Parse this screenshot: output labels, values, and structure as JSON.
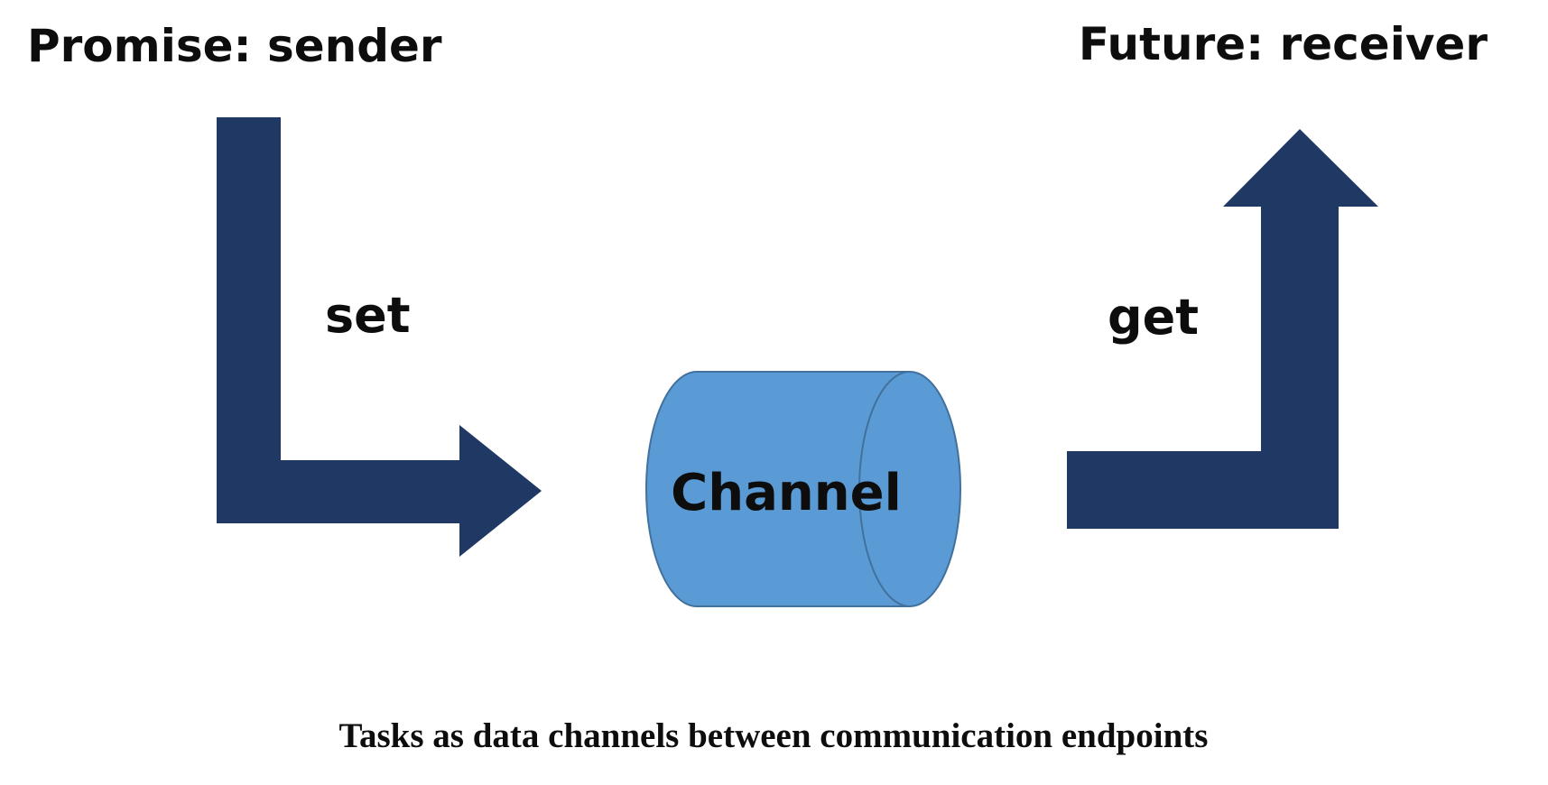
{
  "diagram": {
    "sender_label": "Promise: sender",
    "receiver_label": "Future: receiver",
    "set_label": "set",
    "get_label": "get",
    "channel_label": "Channel",
    "caption": "Tasks as data channels between communication endpoints"
  },
  "colors": {
    "arrow": "#203864",
    "channel_fill": "#5b9bd5",
    "channel_stroke": "#41719c",
    "text": "#0d0d0d",
    "background": "#ffffff"
  }
}
